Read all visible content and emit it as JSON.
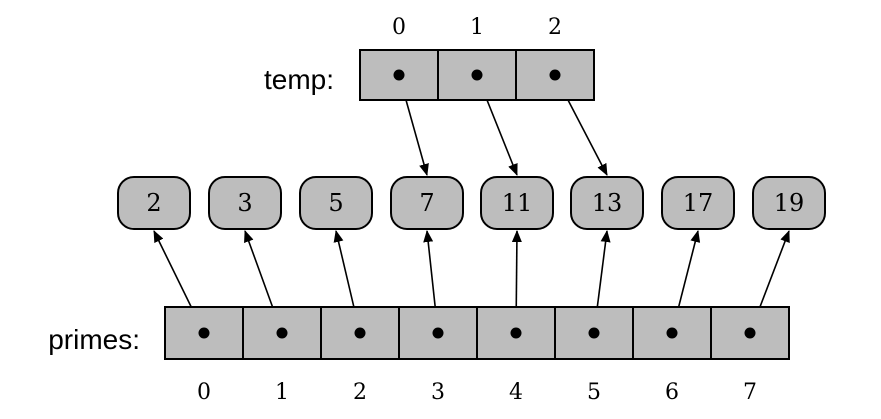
{
  "temp": {
    "label": "temp:",
    "indices": [
      "0",
      "1",
      "2"
    ],
    "points_to": [
      3,
      4,
      5
    ]
  },
  "primes": {
    "label": "primes:",
    "indices": [
      "0",
      "1",
      "2",
      "3",
      "4",
      "5",
      "6",
      "7"
    ],
    "points_to": [
      0,
      1,
      2,
      3,
      4,
      5,
      6,
      7
    ]
  },
  "values": [
    "2",
    "3",
    "5",
    "7",
    "11",
    "13",
    "17",
    "19"
  ],
  "colors": {
    "fill": "#bdbdbd",
    "stroke": "#000000",
    "background": "#ffffff"
  }
}
